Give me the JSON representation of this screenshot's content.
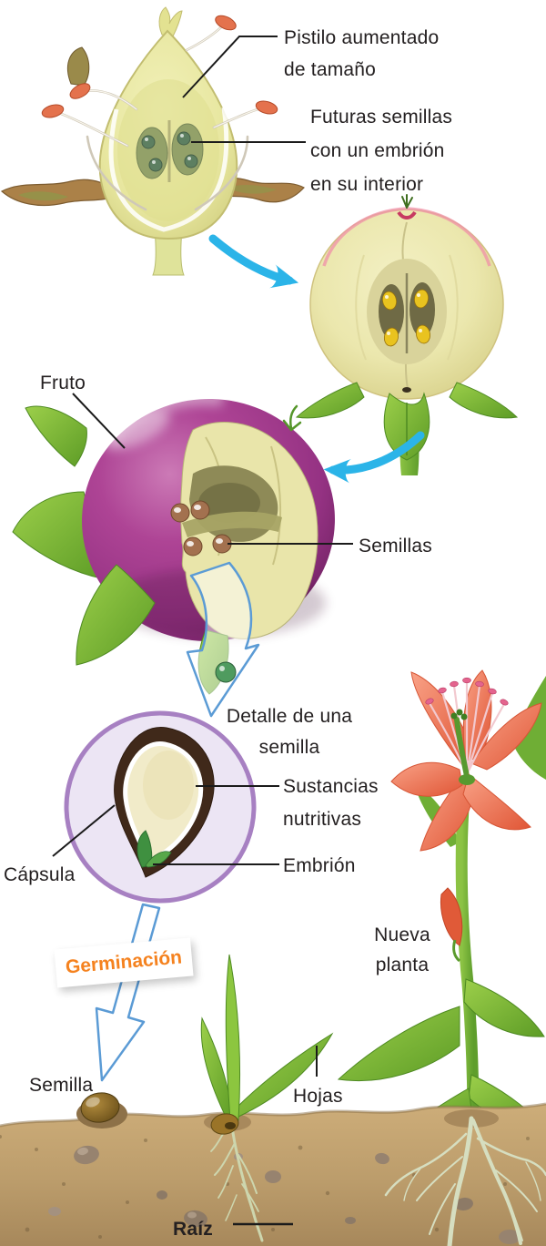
{
  "diagram": {
    "type": "botanical-life-cycle-diagram",
    "language": "es",
    "labels": {
      "pistil": "Pistilo aumentado de tamaño",
      "future_seeds": "Futuras semillas con un embrión en su interior",
      "fruit": "Fruto",
      "seeds": "Semillas",
      "seed_detail": "Detalle de una semilla",
      "nutrients": "Sustancias nutritivas",
      "embryo": "Embrión",
      "capsule": "Cápsula",
      "germination": "Germinación",
      "new_plant": "Nueva planta",
      "seed": "Semilla",
      "leaves": "Hojas",
      "root": "Raíz"
    },
    "colors": {
      "flow_arrow_cyan": "#2bb4e8",
      "outline_arrow_blue": "#5b9bd5",
      "germination_text_orange": "#f5821f",
      "detail_circle_purple": "#a780c2",
      "ripe_fruit_magenta": "#a53a8b",
      "young_fruit_flesh": "#ebe7ad",
      "label_text": "#242021",
      "soil_tan": "#bb9c6b"
    }
  }
}
